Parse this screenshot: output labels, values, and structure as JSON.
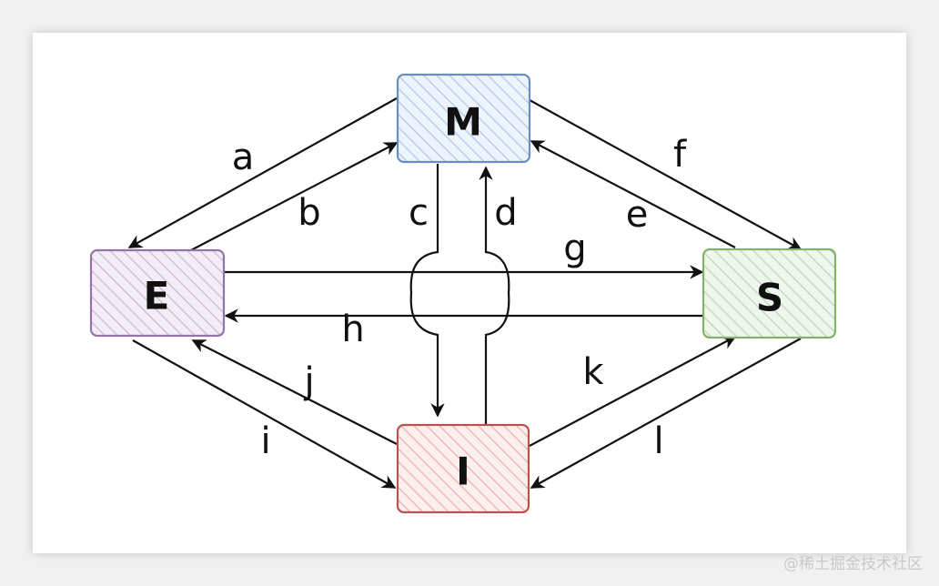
{
  "nodes": {
    "M": {
      "label": "M",
      "stroke": "#6c8ebf",
      "fill": "#dae8fc"
    },
    "E": {
      "label": "E",
      "stroke": "#9673a6",
      "fill": "#e1d5e7"
    },
    "S": {
      "label": "S",
      "stroke": "#82b366",
      "fill": "#d5e8d4"
    },
    "I": {
      "label": "I",
      "stroke": "#b85450",
      "fill": "#f8cecc"
    }
  },
  "edges": {
    "a": "a",
    "b": "b",
    "c": "c",
    "d": "d",
    "e": "e",
    "f": "f",
    "g": "g",
    "h": "h",
    "i": "i",
    "j": "j",
    "k": "k",
    "l": "l"
  },
  "watermark": "@稀土掘金技术社区"
}
